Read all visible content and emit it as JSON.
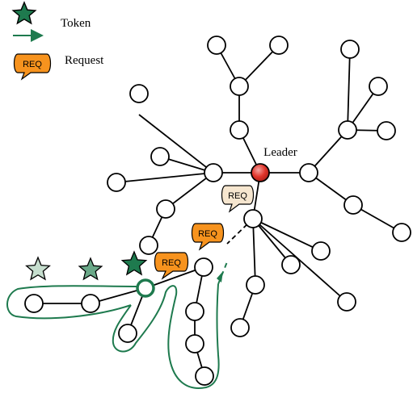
{
  "legend": {
    "token_label": "Token",
    "request_label": "Request",
    "request_badge": "REQ"
  },
  "diagram": {
    "leader_label": "Leader",
    "req_bubble_1": "REQ",
    "req_bubble_2": "REQ",
    "req_bubble_3": "REQ"
  },
  "colors": {
    "edge": "#000000",
    "node_fill": "#ffffff",
    "leader_fill": "#e0342a",
    "token_dark": "#1e7a4e",
    "token_mid": "#6aa888",
    "token_light": "#c6dece",
    "request_fill": "#f7931e",
    "request_pale": "#f6e6cf",
    "path_green": "#1e7a4e"
  }
}
